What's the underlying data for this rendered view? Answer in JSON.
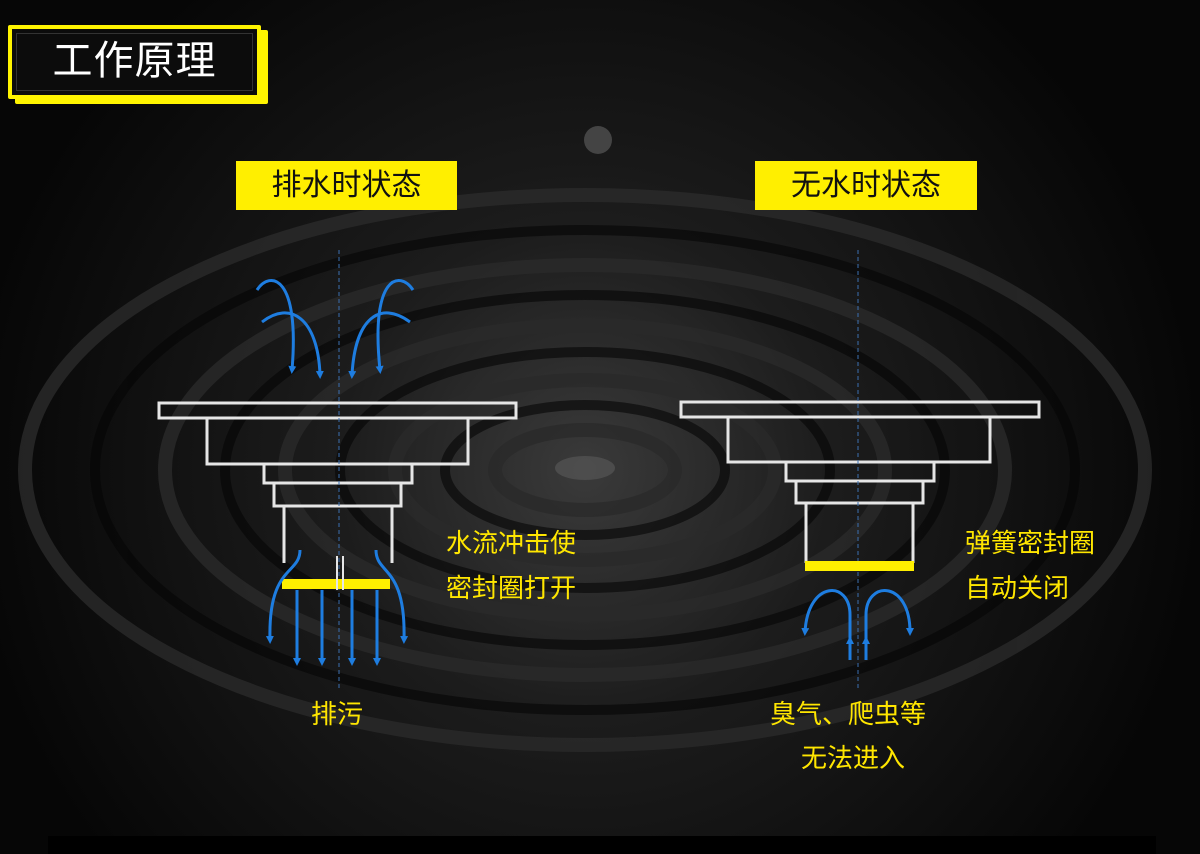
{
  "title": "工作原理",
  "left_state": {
    "label": "排水时状态",
    "caption_line1": "水流冲击使",
    "caption_line2": "密封圈打开",
    "outlet_label": "排污"
  },
  "right_state": {
    "label": "无水时状态",
    "caption_line1": "弹簧密封圈",
    "caption_line2": "自动关闭",
    "blocked_line1": "臭气、爬虫等",
    "blocked_line2": "无法进入"
  },
  "colors": {
    "accent_yellow": "#ffef00",
    "arrow_blue": "#1e7de0",
    "outline": "#e6e6e6",
    "text_yellow": "#ffe600"
  }
}
